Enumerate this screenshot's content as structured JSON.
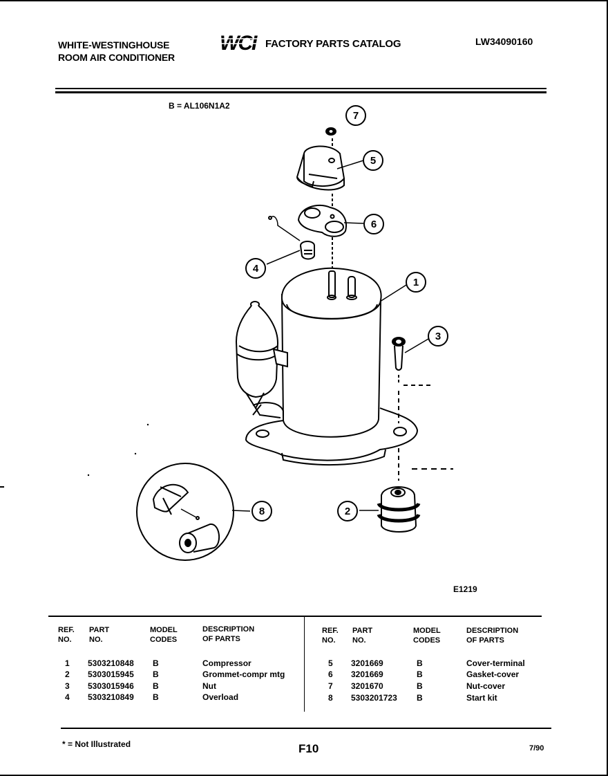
{
  "header": {
    "brand_line1": "WHITE-WESTINGHOUSE",
    "brand_line2": "ROOM AIR CONDITIONER",
    "logo_text": "WCI",
    "catalog_title": "FACTORY PARTS CATALOG",
    "catalog_code": "LW34090160"
  },
  "model_line": "B = AL106N1A2",
  "diagram": {
    "code": "E1219",
    "callouts": [
      "1",
      "2",
      "3",
      "4",
      "5",
      "6",
      "7",
      "8"
    ]
  },
  "table": {
    "headers": {
      "ref": [
        "REF.",
        "NO."
      ],
      "part": [
        "PART",
        "NO."
      ],
      "model": [
        "MODEL",
        "CODES"
      ],
      "desc": [
        "DESCRIPTION",
        "OF PARTS"
      ]
    },
    "left_rows": [
      {
        "ref": "1",
        "part": "5303210848",
        "model": "B",
        "desc": "Compressor"
      },
      {
        "ref": "2",
        "part": "5303015945",
        "model": "B",
        "desc": "Grommet-compr mtg"
      },
      {
        "ref": "3",
        "part": "5303015946",
        "model": "B",
        "desc": "Nut"
      },
      {
        "ref": "4",
        "part": "5303210849",
        "model": "B",
        "desc": "Overload"
      }
    ],
    "right_rows": [
      {
        "ref": "5",
        "part": "3201669",
        "model": "B",
        "desc": "Cover-terminal"
      },
      {
        "ref": "6",
        "part": "3201669",
        "model": "B",
        "desc": "Gasket-cover"
      },
      {
        "ref": "7",
        "part": "3201670",
        "model": "B",
        "desc": "Nut-cover"
      },
      {
        "ref": "8",
        "part": "5303201723",
        "model": "B",
        "desc": "Start kit"
      }
    ]
  },
  "footer": {
    "note": "* = Not Illustrated",
    "page": "F10",
    "date": "7/90"
  }
}
